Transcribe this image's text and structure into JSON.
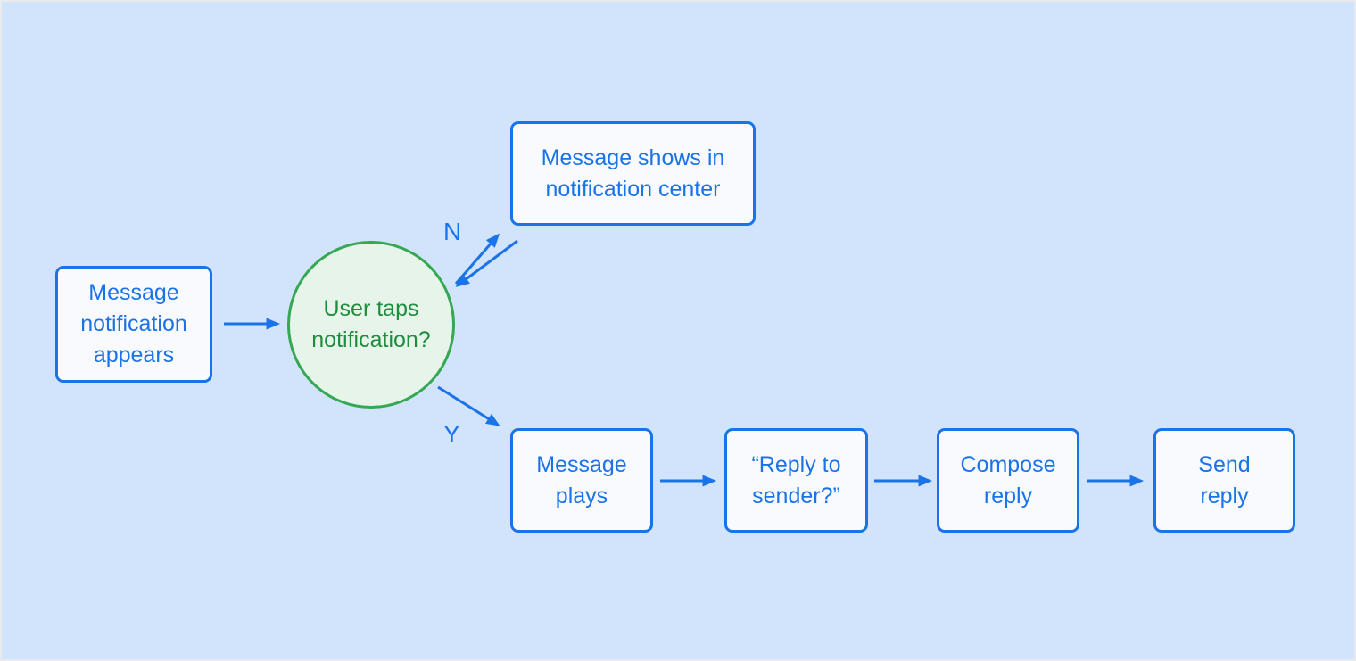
{
  "diagram": {
    "title_semantic": "message-notification-flowchart",
    "nodes": {
      "start": {
        "text": "Message\nnotification\nappears",
        "shape": "rectangle"
      },
      "decision": {
        "text": "User taps\nnotification?",
        "shape": "circle"
      },
      "notif_center": {
        "text": "Message shows in\nnotification center",
        "shape": "rectangle"
      },
      "plays": {
        "text": "Message\nplays",
        "shape": "rectangle"
      },
      "reply_prompt": {
        "text": "“Reply to\nsender?”",
        "shape": "rectangle"
      },
      "compose": {
        "text": "Compose\nreply",
        "shape": "rectangle"
      },
      "send": {
        "text": "Send\nreply",
        "shape": "rectangle"
      }
    },
    "edge_labels": {
      "no": "N",
      "yes": "Y"
    },
    "edges": [
      "start -> decision",
      "decision -> notif_center (N)",
      "notif_center -> decision",
      "decision -> plays (Y)",
      "plays -> reply_prompt",
      "reply_prompt -> compose",
      "compose -> send"
    ]
  },
  "colors": {
    "bg": "#d2e3fc",
    "line": "#1a73e8",
    "boxFill": "#f8fafd",
    "boxText": "#1a73e8",
    "circleBorder": "#34a853",
    "circleFill": "#e6f4ea",
    "circleText": "#1e8e3e",
    "frame": "#e8eaed"
  }
}
